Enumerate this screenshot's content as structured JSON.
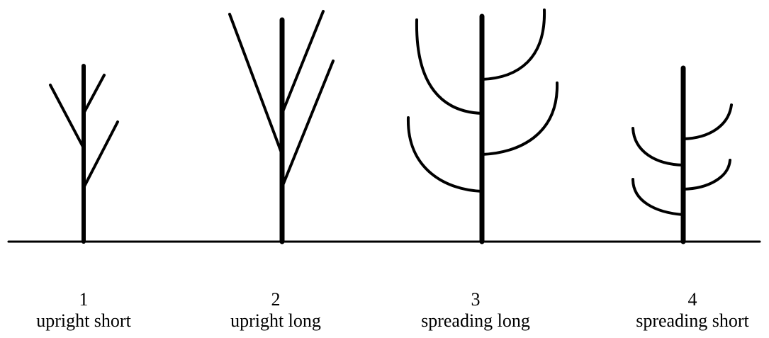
{
  "forms": [
    {
      "number": "1",
      "name": "upright short"
    },
    {
      "number": "2",
      "name": "upright long"
    },
    {
      "number": "3",
      "name": "spreading long"
    },
    {
      "number": "4",
      "name": "spreading short"
    }
  ],
  "colors": {
    "ink": "#000000",
    "background": "#ffffff"
  }
}
